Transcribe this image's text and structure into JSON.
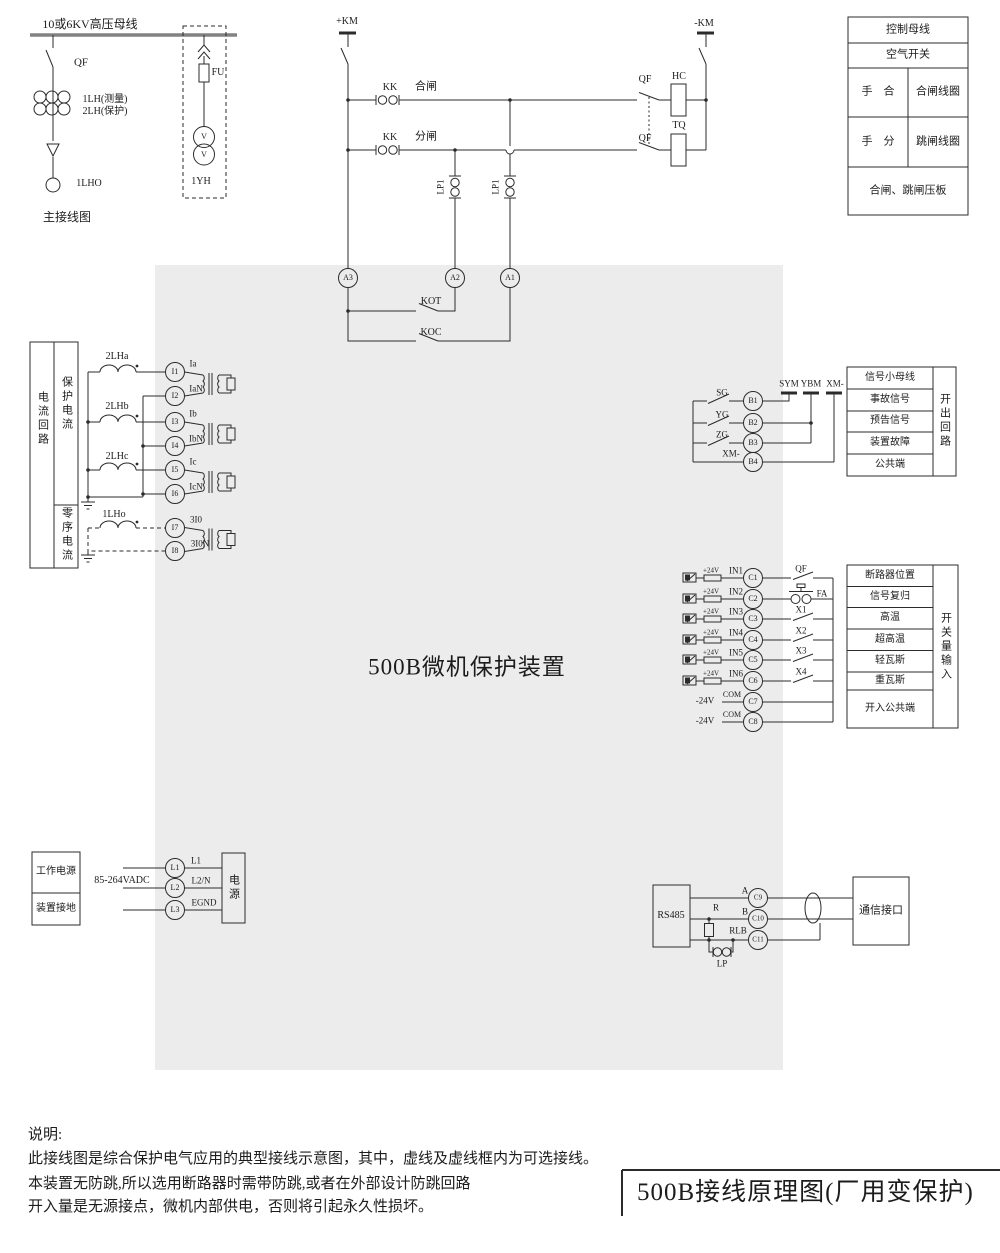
{
  "main": {
    "bus": "10或6KV高压母线",
    "qf": "QF",
    "ct_measure": "1LH(测量)",
    "ct_protect": "2LH(保护)",
    "ct_zero": "1LHO",
    "fu": "FU",
    "pt_name": "1YH",
    "v": "V",
    "caption": "主接线图"
  },
  "ctl": {
    "kmp": "+KM",
    "kmn": "-KM",
    "kk": "KK",
    "close": "合闸",
    "open": "分闸",
    "qf": "QF",
    "hc": "HC",
    "tq": "TQ",
    "lp1": "LP1",
    "kot": "KOT",
    "koc": "KOC",
    "a": [
      "A3",
      "A2",
      "A1"
    ]
  },
  "ctl_table": {
    "r1": "控制母线",
    "r2": "空气开关",
    "r3l": "手　合",
    "r3r": "合闸线圈",
    "r4l": "手　分",
    "r4r": "跳闸线圈",
    "r5": "合闸、跳闸压板"
  },
  "cur": {
    "g1": "电流回路",
    "g2": "保护电流",
    "g3": "零序电流",
    "ct": [
      "2LHa",
      "2LHb",
      "2LHc",
      "1LHo"
    ],
    "t": [
      "I1",
      "I2",
      "I3",
      "I4",
      "I5",
      "I6",
      "I7",
      "I8"
    ],
    "s": [
      "Ia",
      "IaN",
      "Ib",
      "IbN",
      "Ic",
      "IcN",
      "3I0",
      "3I0N"
    ]
  },
  "sig": {
    "k": [
      "SG",
      "YG",
      "ZG",
      "XM-"
    ],
    "t": [
      "B1",
      "B2",
      "B3",
      "B4"
    ],
    "bus": [
      "SYM",
      "YBM",
      "XM-"
    ],
    "rows": [
      "信号小母线",
      "事故信号",
      "预告信号",
      "装置故障",
      "公共端"
    ],
    "side": "开出回路"
  },
  "di": {
    "in": [
      "IN1",
      "IN2",
      "IN3",
      "IN4",
      "IN5",
      "IN6"
    ],
    "v24": "+24V",
    "t": [
      "C1",
      "C2",
      "C3",
      "C4",
      "C5",
      "C6",
      "C7",
      "C8"
    ],
    "k": [
      "QF",
      "FA",
      "X1",
      "X2",
      "X3",
      "X4"
    ],
    "neg": "-24V",
    "com": "COM",
    "rows": [
      "断路器位置",
      "信号复归",
      "高温",
      "超高温",
      "轻瓦斯",
      "重瓦斯",
      "开入公共端"
    ],
    "side": "开关量输入"
  },
  "pwr": {
    "r1": "工作电源",
    "r2": "装置接地",
    "range": "85-264VADC",
    "t": [
      "L1",
      "L2",
      "L3"
    ],
    "s": [
      "L1",
      "L2/N",
      "EGND"
    ],
    "box": "电源"
  },
  "com": {
    "rs485": "RS485",
    "a": "A",
    "b": "B",
    "rlb": "RLB",
    "r": "R",
    "lp": "LP",
    "t": [
      "C9",
      "C10",
      "C11"
    ],
    "iface": "通信接口"
  },
  "device": "500B微机保护装置",
  "notes": {
    "head": "说明:",
    "l1": "此接线图是综合保护电气应用的典型接线示意图，其中，虚线及虚线框内为可选接线。",
    "l2": "本装置无防跳,所以选用断路器时需带防跳,或者在外部设计防跳回路",
    "l3": "开入量是无源接点，微机内部供电，否则将引起永久性损坏。"
  },
  "title": "500B接线原理图(厂用变保护)",
  "colors": {
    "device_fill": "#ececec",
    "line": "#2b2b2b",
    "bus": "#828282"
  }
}
